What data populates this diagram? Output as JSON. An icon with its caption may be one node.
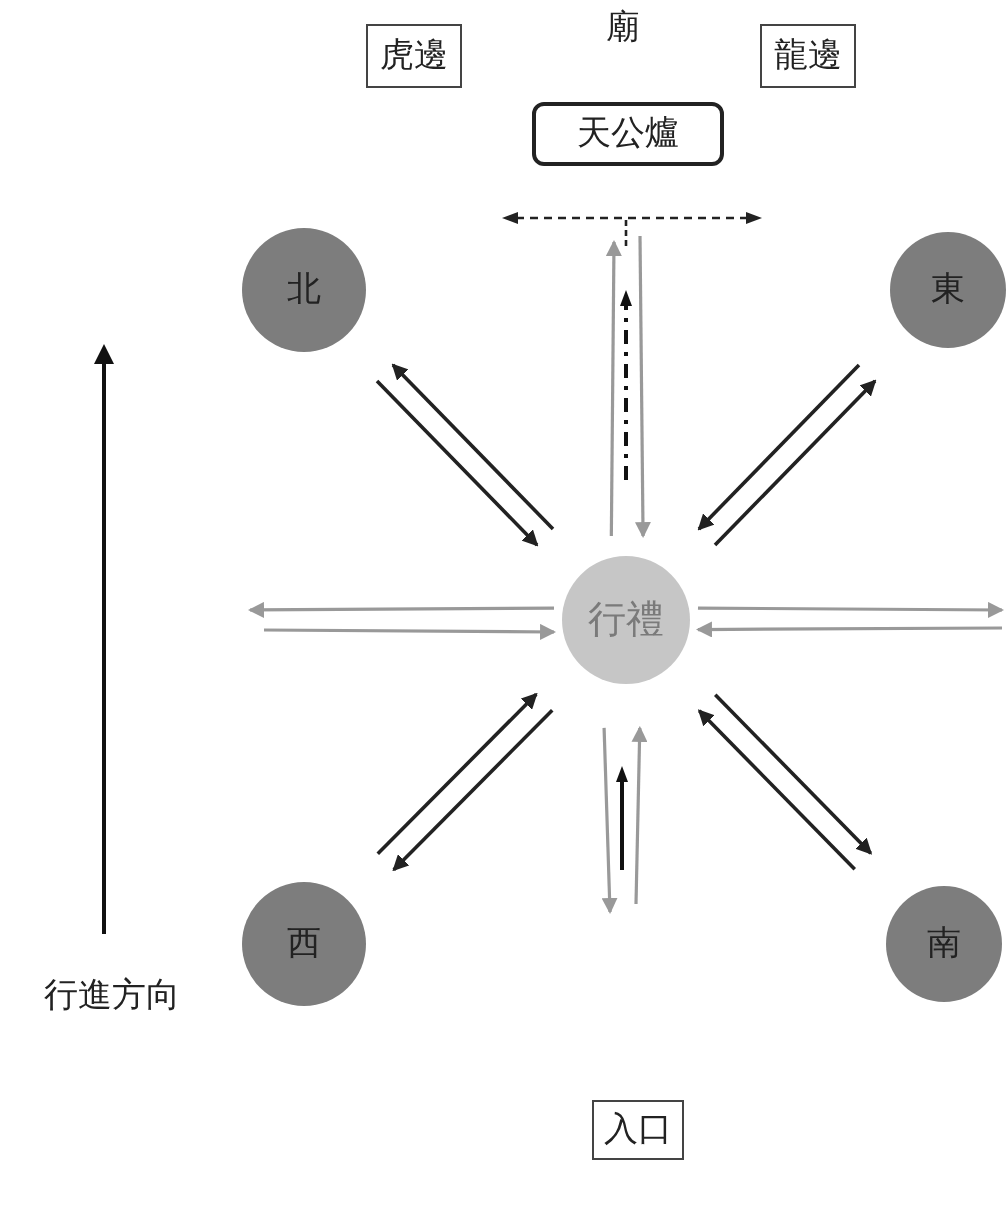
{
  "diagram": {
    "nodes": [
      {
        "text": [
          "虎邊"
        ]
      },
      {
        "text": [
          "龍邊"
        ]
      },
      {
        "text": [
          "天公爐"
        ]
      },
      {
        "text": [
          "北"
        ]
      },
      {
        "text": [
          "東"
        ]
      },
      {
        "text": [
          "行禮"
        ]
      },
      {
        "text": [
          "西"
        ]
      },
      {
        "text": [
          "南"
        ]
      },
      {
        "text": [
          "入口"
        ]
      }
    ],
    "edges": [
      {
        "from": 3,
        "to": 5,
        "arrow": "to"
      },
      {
        "from": 5,
        "to": 3,
        "arrow": "to"
      },
      {
        "from": 4,
        "to": 5,
        "arrow": "to"
      },
      {
        "from": 5,
        "to": 4,
        "arrow": "to"
      },
      {
        "from": 5,
        "to": null,
        "arrow": "to",
        "color": "#999999"
      },
      {
        "from": null,
        "to": 5,
        "arrow": "to",
        "color": "#999999"
      },
      {
        "from": 5,
        "to": null,
        "arrow": "to",
        "color": "#999999"
      },
      {
        "from": null,
        "to": 5,
        "arrow": "to",
        "color": "#999999"
      },
      {
        "from": 6,
        "to": 5,
        "arrow": "to"
      },
      {
        "from": 5,
        "to": 6,
        "arrow": "to"
      },
      {
        "from": 5,
        "to": 7,
        "arrow": "to"
      },
      {
        "from": 7,
        "to": 5,
        "arrow": "to"
      },
      {
        "from": 5,
        "to": null,
        "arrow": "to",
        "color": "#999999"
      },
      {
        "from": null,
        "to": 5,
        "arrow": "to",
        "color": "#999999"
      },
      {
        "from": null,
        "to": 5,
        "arrow": "to",
        "color": "#999999"
      },
      {
        "from": 5,
        "to": null,
        "arrow": "to",
        "color": "#999999"
      }
    ],
    "labels": [
      "廟",
      "行進方向"
    ]
  }
}
